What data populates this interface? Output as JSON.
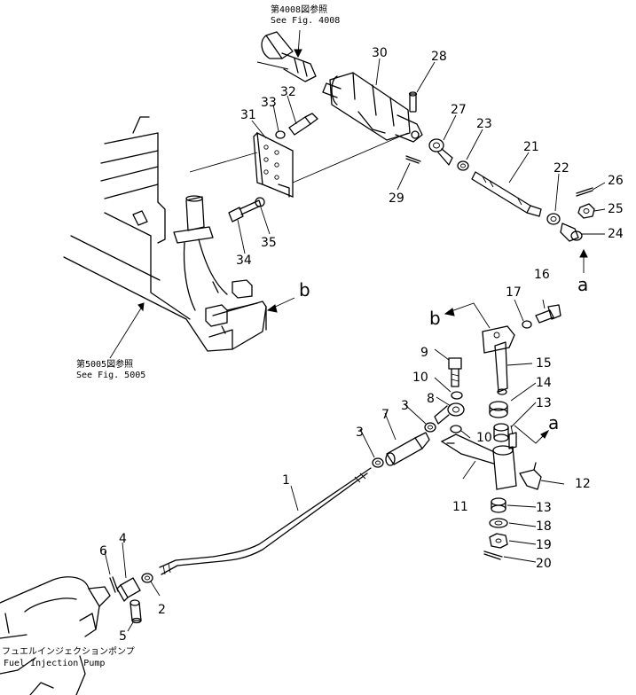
{
  "references": {
    "fig_4008_jp": "第4008図参照",
    "fig_4008_en": "See Fig. 4008",
    "fig_5005_jp": "第5005図参照",
    "fig_5005_en": "See Fig. 5005",
    "pump_jp": "フュエルインジェクションポンプ",
    "pump_en": "Fuel Injection Pump"
  },
  "view_markers": {
    "a_upper": "a",
    "a_lower": "a",
    "b_left": "b",
    "b_right": "b"
  },
  "part_numbers": {
    "p1": "1",
    "p2": "2",
    "p3a": "3",
    "p3b": "3",
    "p4": "4",
    "p5": "5",
    "p6": "6",
    "p7": "7",
    "p8": "8",
    "p9": "9",
    "p10a": "10",
    "p10b": "10",
    "p11": "11",
    "p12": "12",
    "p13a": "13",
    "p13b": "13",
    "p14": "14",
    "p15": "15",
    "p16": "16",
    "p17": "17",
    "p18": "18",
    "p19": "19",
    "p20": "20",
    "p21": "21",
    "p22": "22",
    "p23": "23",
    "p24": "24",
    "p25": "25",
    "p26": "26",
    "p27": "27",
    "p28": "28",
    "p29": "29",
    "p30": "30",
    "p31": "31",
    "p32": "32",
    "p33": "33",
    "p34": "34",
    "p35": "35"
  }
}
